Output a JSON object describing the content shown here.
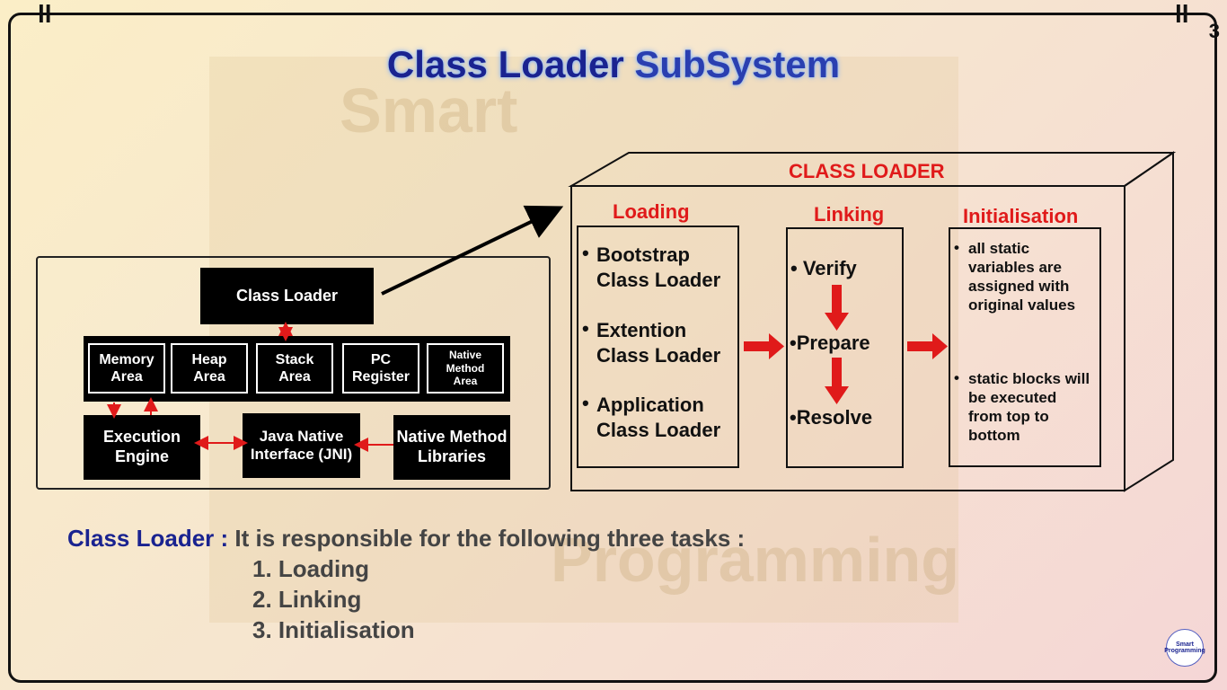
{
  "slide": {
    "page_number": "3",
    "corner_left": "ll",
    "corner_right": "ll"
  },
  "title": {
    "main": "Class Loader",
    "sub": "SubSystem"
  },
  "watermark": {
    "line1": "Smart",
    "line2": "Programming"
  },
  "architecture": {
    "class_loader": "Class Loader",
    "memory_area": "Memory\nArea",
    "heap_area": "Heap\nArea",
    "stack_area": "Stack\nArea",
    "pc_register": "PC\nRegister",
    "native_method_area": "Native\nMethod\nArea",
    "execution_engine": "Execution\nEngine",
    "jni": "Java Native\nInterface (JNI)",
    "native_libraries": "Native Method\nLibraries"
  },
  "class_loader_box": {
    "heading": "CLASS LOADER",
    "loading": {
      "title": "Loading",
      "items": [
        "Bootstrap\nClass Loader",
        "Extention\nClass Loader",
        "Application\nClass Loader"
      ]
    },
    "linking": {
      "title": "Linking",
      "items": [
        "Verify",
        "Prepare",
        "Resolve"
      ]
    },
    "initialisation": {
      "title": "Initialisation",
      "items": [
        "all static\nvariables are\nassigned with\noriginal values",
        "static blocks will\nbe executed\nfrom top to\nbottom"
      ]
    }
  },
  "description": {
    "label": "Class Loader :",
    "text": "It is responsible for the following three tasks :",
    "tasks": [
      "1. Loading",
      "2. Linking",
      "3. Initialisation"
    ]
  },
  "logo": {
    "text": "Smart Programming"
  },
  "colors": {
    "title": "#1a2390",
    "accent_red": "#e01a1a",
    "block": "#000000"
  }
}
